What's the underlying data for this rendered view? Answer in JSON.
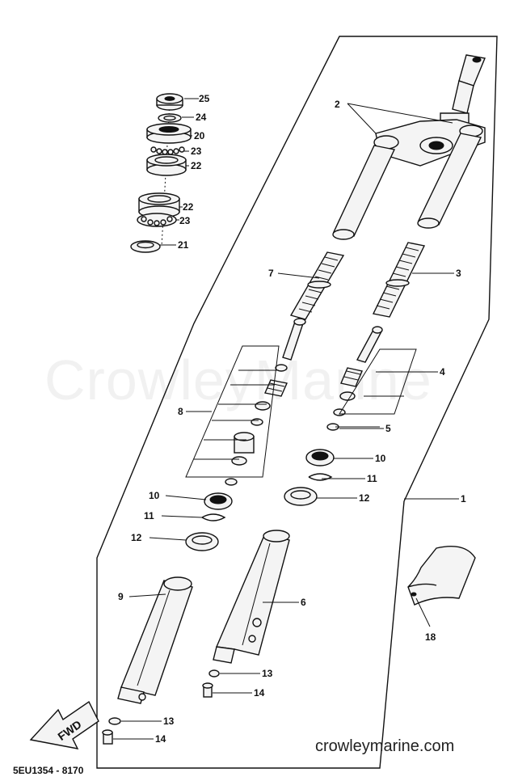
{
  "watermark": "CrowleyMarine",
  "website": "crowleymarine.com",
  "diagram_code": "5EU1354 - 8170",
  "fwd_label": "FWD",
  "callouts": {
    "c1": "1",
    "c2": "2",
    "c3": "3",
    "c4": "4",
    "c5": "5",
    "c6": "6",
    "c7": "7",
    "c8": "8",
    "c9": "9",
    "c10a": "10",
    "c10b": "10",
    "c11a": "11",
    "c11b": "11",
    "c12a": "12",
    "c12b": "12",
    "c13a": "13",
    "c13b": "13",
    "c14a": "14",
    "c14b": "14",
    "c18": "18",
    "c20": "20",
    "c21": "21",
    "c22a": "22",
    "c22b": "22",
    "c23a": "23",
    "c23b": "23",
    "c24": "24",
    "c25": "25"
  }
}
